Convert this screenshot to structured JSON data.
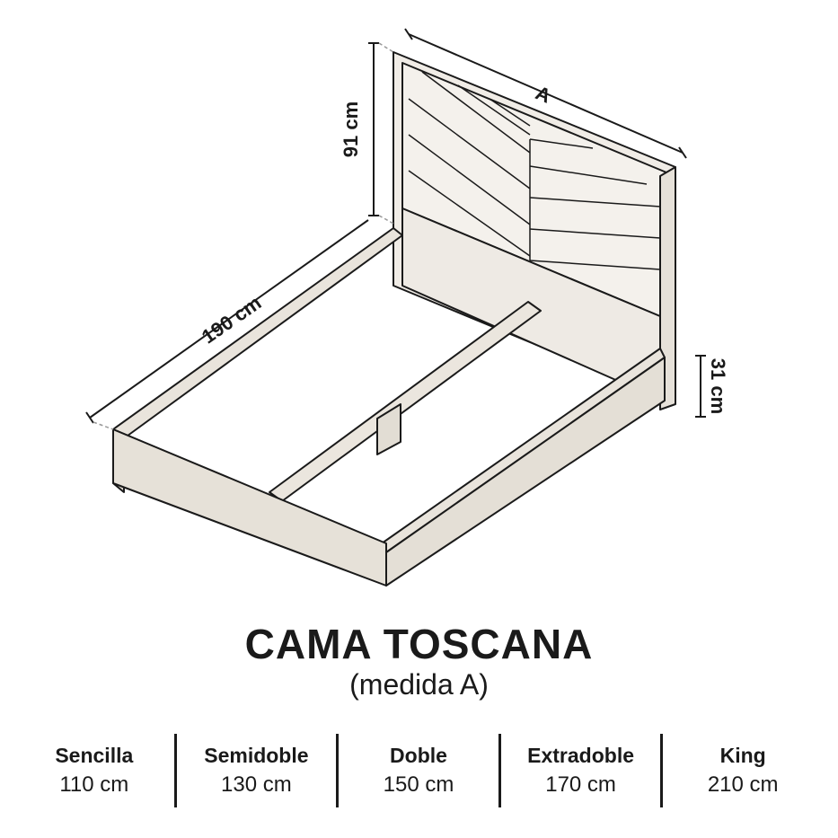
{
  "diagram": {
    "width_label": "A",
    "height_label": "91 cm",
    "length_label": "190 cm",
    "base_height_label": "31 cm"
  },
  "title": "CAMA TOSCANA",
  "subtitle": "(medida A)",
  "sizes": [
    {
      "name": "Sencilla",
      "value": "110 cm"
    },
    {
      "name": "Semidoble",
      "value": "130 cm"
    },
    {
      "name": "Doble",
      "value": "150 cm"
    },
    {
      "name": "Extradoble",
      "value": "170 cm"
    },
    {
      "name": "King",
      "value": "210 cm"
    }
  ]
}
